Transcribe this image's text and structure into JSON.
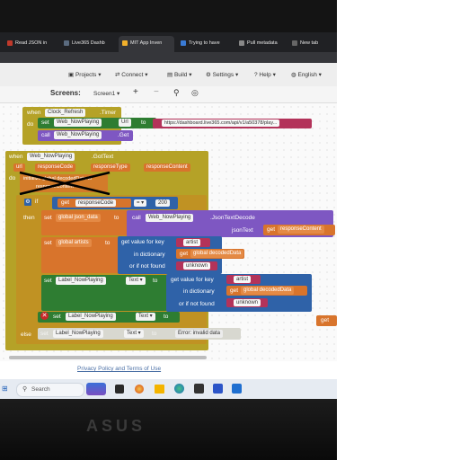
{
  "browser": {
    "tabs": [
      {
        "label": "Read JSON in",
        "active": false
      },
      {
        "label": "Live365 Dashb",
        "active": false
      },
      {
        "label": "MIT App Inven",
        "active": true
      },
      {
        "label": "Trying to have",
        "active": false
      },
      {
        "label": "Pull metadata",
        "active": false
      },
      {
        "label": "New tab",
        "active": false
      }
    ]
  },
  "toolbar": {
    "projects": "Projects",
    "connect": "Connect",
    "build": "Build",
    "settings": "Settings",
    "help": "Help",
    "language": "English"
  },
  "screens": {
    "label": "Screens:",
    "current": "Screen1"
  },
  "blocks": {
    "timer": {
      "when": "when",
      "component": "Clock_Refresh",
      "event": ".Timer",
      "do": "do",
      "set": "set",
      "web": "Web_NowPlaying",
      "prop": "Url",
      "to": "to",
      "url": "https://dashboard.live365.com/api/v1/a50378/play...",
      "call": "call",
      "method": ".Get"
    },
    "gottext": {
      "when": "when",
      "component": "Web_NowPlaying",
      "event": ".GotText",
      "params": [
        "url",
        "responseCode",
        "responseType",
        "responseContent"
      ],
      "do": "do",
      "crossed": [
        "initialize global decodedData to",
        "responseContent"
      ],
      "if": "if",
      "then": "then",
      "else": "else",
      "get": "get",
      "responseCode": "responseCode",
      "eq": "=",
      "code": "200",
      "set": "set",
      "global_json": "global json_data",
      "to": "to",
      "call": "call",
      "web": "Web_NowPlaying",
      "decode": ".JsonTextDecode",
      "jsonText": "jsonText",
      "responseContent": "responseContent",
      "global_artists": "global artists",
      "get_value_key": "get value for key",
      "in_dict": "in dictionary",
      "if_not_found": "or if not found",
      "artist": "artist",
      "global_decoded": "global decodedData",
      "unknown": "unknown",
      "label": "Label_NowPlaying",
      "text": "Text",
      "error": "Error: invalid data"
    },
    "get_partial": "get"
  },
  "footer": {
    "privacy": "Privacy Policy and Terms of Use"
  },
  "taskbar": {
    "search": "Search"
  },
  "colors": {
    "event": "#b5a227",
    "component": "#2e7d32",
    "procedure": "#7e57c2",
    "control": "#c09223",
    "text": "#b3335a",
    "dictionary": "#2f62a8",
    "variable": "#d8742c",
    "math": "#2f62a8"
  }
}
